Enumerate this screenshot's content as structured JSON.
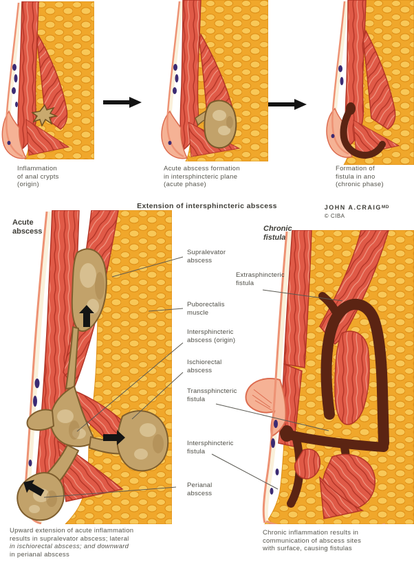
{
  "plate": {
    "section_header": "Extension of intersphincteric abscess"
  },
  "credit": {
    "artist": "JOHN A.CRAIG",
    "artist_suffix": "MD",
    "copyright": "© CIBA"
  },
  "top_row": {
    "captions": [
      {
        "text": "Inflammation\nof anal crypts\n(origin)"
      },
      {
        "text": "Acute abscess formation\nin intersphincteric plane\n(acute phase)"
      },
      {
        "text": "Formation of\nfistula in ano\n(chronic phase)"
      }
    ]
  },
  "bottom_section": {
    "left_title": "Acute\nabscess",
    "right_title": "Chronic\nfistula",
    "labels": {
      "supralevator": "Supralevator\nabscess",
      "extrasphincteric": "Extrasphincteric\nfistula",
      "puborectalis": "Puborectalis\nmuscle",
      "intersphincteric_abscess": "Intersphincteric\nabscess (origin)",
      "ischiorectal": "Ischiorectal\nabscess",
      "transsphincteric": "Transsphincteric\nfistula",
      "intersphincteric_fistula": "Intersphincteric\nfistula",
      "perianal": "Perianal\nabscess"
    },
    "captions": {
      "left_part1": "Upward extension of acute inflammation\nresults in supralevator abscess; lateral\n",
      "left_part2_italic": "in ischiorectal abscess; and downward",
      "left_part3": "\nin perianal abscess",
      "right": "Chronic inflammation results in\ncommunication of abscess sites\nwith surface, causing fistulas"
    }
  },
  "colors": {
    "fat": "#F0A72B",
    "fat_lobule": "#F8C858",
    "muscle": "#E05A47",
    "muscle_dark": "#B23527",
    "muscle_light": "#F09A85",
    "skin": "#ED9274",
    "skin_fill": "#F5B295",
    "cream": "#FAF0DA",
    "abscess": "#C2A26A",
    "abscess_dark": "#7E5E2E",
    "abscess_light": "#DBC597",
    "fistula_brown": "#5B2413",
    "vein": "#3B2B73",
    "arrow": "#141414",
    "text": "#55544C"
  }
}
